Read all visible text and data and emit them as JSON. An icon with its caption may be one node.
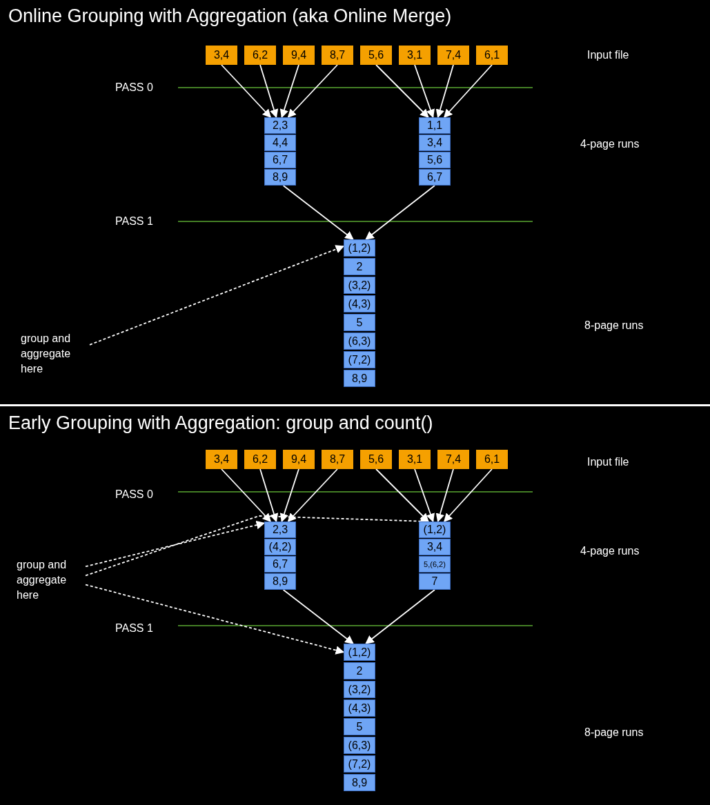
{
  "diagram": {
    "nodes": [
      {
        "text": [
          "3,4"
        ]
      },
      {
        "text": [
          "6,2"
        ]
      },
      {
        "text": [
          "9,4"
        ]
      },
      {
        "text": [
          "8,7"
        ]
      },
      {
        "text": [
          "5,6"
        ]
      },
      {
        "text": [
          "3,1"
        ]
      },
      {
        "text": [
          "7,4"
        ]
      },
      {
        "text": [
          "6,1"
        ]
      },
      {
        "text": [
          "2,3"
        ]
      },
      {
        "text": [
          "4,4"
        ]
      },
      {
        "text": [
          "6,7"
        ]
      },
      {
        "text": [
          "8,9"
        ]
      },
      {
        "text": [
          "1,1"
        ]
      },
      {
        "text": [
          "3,4"
        ]
      },
      {
        "text": [
          "5,6"
        ]
      },
      {
        "text": [
          "6,7"
        ]
      },
      {
        "text": [
          "(1,2)"
        ]
      },
      {
        "text": [
          "2"
        ]
      },
      {
        "text": [
          "(3,2)"
        ]
      },
      {
        "text": [
          "(4,3)"
        ]
      },
      {
        "text": [
          "5"
        ]
      },
      {
        "text": [
          "(6,3)"
        ]
      },
      {
        "text": [
          "(7,2)"
        ]
      },
      {
        "text": [
          "8,9"
        ]
      },
      {
        "text": [
          "group and aggregate here"
        ]
      },
      {
        "text": [
          "3,4"
        ]
      },
      {
        "text": [
          "6,2"
        ]
      },
      {
        "text": [
          "9,4"
        ]
      },
      {
        "text": [
          "8,7"
        ]
      },
      {
        "text": [
          "5,6"
        ]
      },
      {
        "text": [
          "3,1"
        ]
      },
      {
        "text": [
          "7,4"
        ]
      },
      {
        "text": [
          "6,1"
        ]
      },
      {
        "text": [
          "2,3"
        ]
      },
      {
        "text": [
          "(4,2)"
        ]
      },
      {
        "text": [
          "6,7"
        ]
      },
      {
        "text": [
          "8,9"
        ]
      },
      {
        "text": [
          "(1,2)"
        ]
      },
      {
        "text": [
          "3,4"
        ]
      },
      {
        "text": [
          "5,(6,2)"
        ]
      },
      {
        "text": [
          "7"
        ]
      },
      {
        "text": [
          "(1,2)"
        ]
      },
      {
        "text": [
          "2"
        ]
      },
      {
        "text": [
          "(3,2)"
        ]
      },
      {
        "text": [
          "(4,3)"
        ]
      },
      {
        "text": [
          "5"
        ]
      },
      {
        "text": [
          "(6,3)"
        ]
      },
      {
        "text": [
          "(7,2)"
        ]
      },
      {
        "text": [
          "8,9"
        ]
      },
      {
        "text": [
          "group and aggregate here"
        ]
      }
    ],
    "edges": [
      {
        "from": 0,
        "to": 8,
        "arrow": "to"
      },
      {
        "from": 1,
        "to": 8,
        "arrow": "to"
      },
      {
        "from": 2,
        "to": 8,
        "arrow": "to"
      },
      {
        "from": 3,
        "to": 8,
        "arrow": "to"
      },
      {
        "from": 4,
        "to": 12,
        "arrow": "to"
      },
      {
        "from": 5,
        "to": 12,
        "arrow": "to"
      },
      {
        "from": 6,
        "to": 12,
        "arrow": "to"
      },
      {
        "from": 7,
        "to": 12,
        "arrow": "to"
      },
      {
        "from": 11,
        "to": 16,
        "arrow": "to"
      },
      {
        "from": 15,
        "to": 16,
        "arrow": "to"
      },
      {
        "from": 24,
        "to": 16,
        "arrow": "to",
        "style": "dashed"
      },
      {
        "from": 25,
        "to": 33,
        "arrow": "to"
      },
      {
        "from": 26,
        "to": 33,
        "arrow": "to"
      },
      {
        "from": 27,
        "to": 33,
        "arrow": "to"
      },
      {
        "from": 28,
        "to": 33,
        "arrow": "to"
      },
      {
        "from": 29,
        "to": 37,
        "arrow": "to"
      },
      {
        "from": 30,
        "to": 37,
        "arrow": "to"
      },
      {
        "from": 31,
        "to": 37,
        "arrow": "to"
      },
      {
        "from": 32,
        "to": 37,
        "arrow": "to"
      },
      {
        "from": 36,
        "to": 41,
        "arrow": "to"
      },
      {
        "from": 40,
        "to": 41,
        "arrow": "to"
      },
      {
        "from": 49,
        "to": 33,
        "arrow": "to",
        "style": "dashed"
      },
      {
        "from": 49,
        "to": 37,
        "arrow": "to",
        "style": "dashed"
      },
      {
        "from": 49,
        "to": 41,
        "arrow": "to",
        "style": "dashed"
      }
    ],
    "labels": [
      "Online Grouping with Aggregation (aka Online Merge)",
      "Input file",
      "PASS 0",
      "4-page runs",
      "PASS 1",
      "8-page runs",
      "Early Grouping with Aggregation: group and count()",
      "Input file",
      "PASS 0",
      "4-page runs",
      "PASS 1",
      "8-page runs"
    ]
  }
}
